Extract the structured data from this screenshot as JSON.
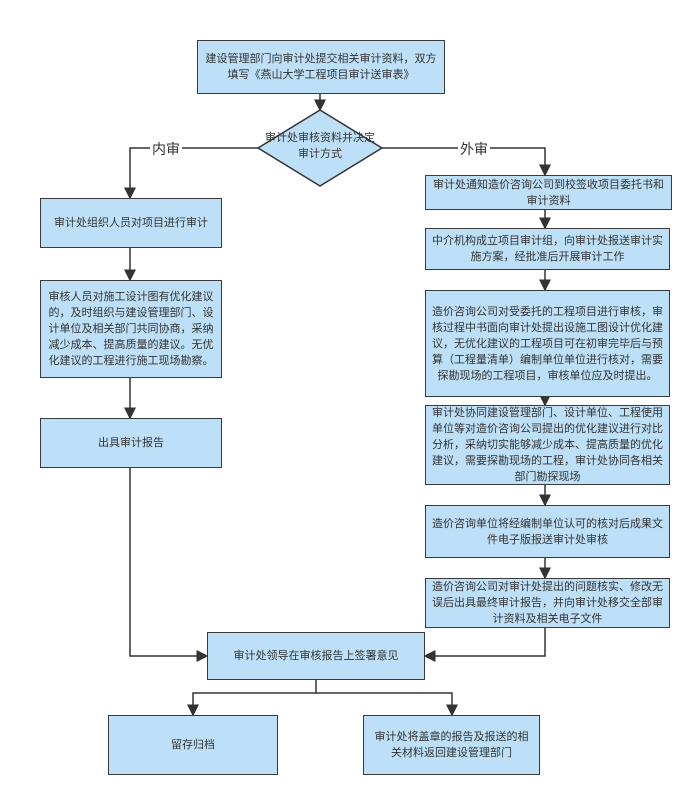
{
  "start": "建设管理部门向审计处提交相关审计资料，双方填写《燕山大学工程项目审计送审表》",
  "decision": "审计处审核资料并决定审计方式",
  "branch_internal": "内审",
  "branch_external": "外审",
  "internal": [
    "审计处组织人员对项目进行审计",
    "审核人员对施工设计图有优化建议的，及时组织与建设管理部门、设计单位及相关部门共同协商，采纳减少成本、提高质量的建议。无优化建议的工程进行施工现场勘察。",
    "出具审计报告"
  ],
  "external": [
    "审计处通知造价咨询公司到校签收项目委托书和审计资料",
    "中介机构成立项目审计组，向审计处报送审计实施方案，经批准后开展审计工作",
    "造价咨询公司对受委托的工程项目进行审核，审核过程中书面向审计处提出设施工图设计优化建议，无优化建议的工程项目可在初审完毕后与预算（工程量清单）编制单位单位进行核对，需要探勘现场的工程项目，审核单位应及时提出。",
    "审计处协同建设管理部门、设计单位、工程使用单位等对造价咨询公司提出的优化建议进行对比分析，采纳切实能够减少成本、提高质量的优化建议，需要探勘现场的工程，审计处协同各相关部门勘探现场",
    "造价咨询单位将经编制单位认可的核对后成果文件电子版报送审计处审核",
    "造价咨询公司对审计处提出的问题核实、修改无误后出具最终审计报告，并向审计处移交全部审计资料及相关电子文件"
  ],
  "sign": "审计处领导在审核报告上签署意见",
  "end_archive": "留存归档",
  "end_return": "审计处将盖章的报告及报送的相关材料返回建设管理部门"
}
